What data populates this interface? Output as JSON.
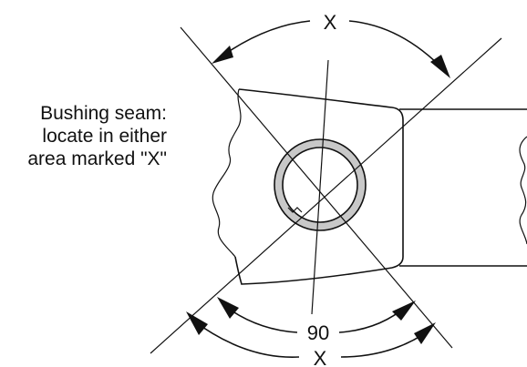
{
  "labels": {
    "top_angle": "X",
    "bottom_angle": "X",
    "right_angle_value": "90",
    "note_lines": [
      "Bushing seam:",
      "locate in either",
      "area marked \"X\""
    ]
  },
  "colors": {
    "line": "#111111",
    "bushing_fill": "#c8c8c8",
    "background": "#ffffff"
  }
}
